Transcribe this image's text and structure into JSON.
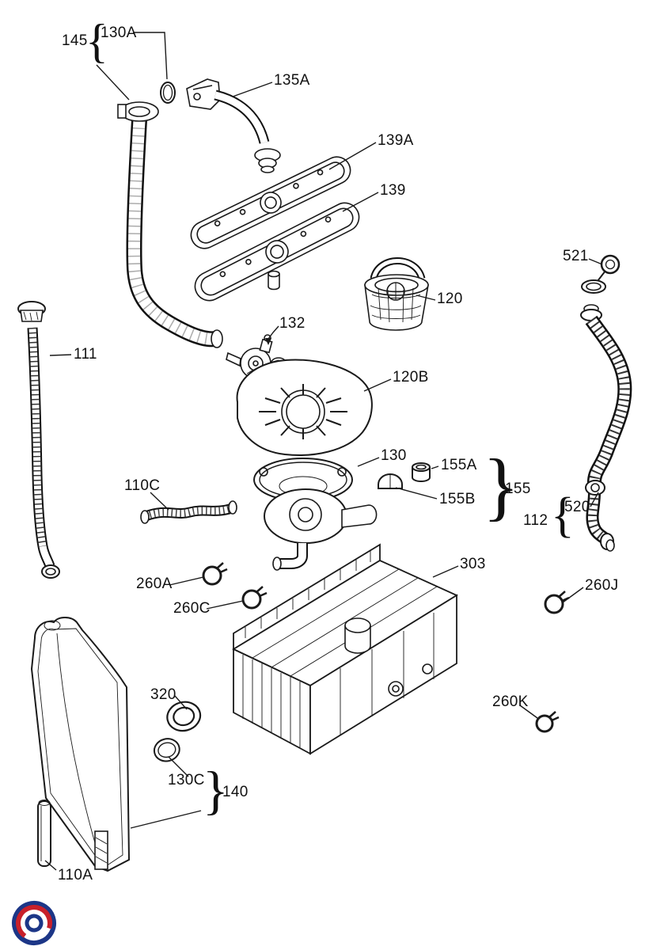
{
  "page": {
    "background": "#ffffff",
    "line_color": "#1a1a1a"
  },
  "logo": {
    "name": "brand-swirl-logo",
    "blue": "#1c3687",
    "red": "#c8202a"
  },
  "braces": {
    "open": "{",
    "close": "}"
  },
  "labels": {
    "l145": "145",
    "l130A": "130A",
    "l135A": "135A",
    "l139A": "139A",
    "l139": "139",
    "l521": "521",
    "l120": "120",
    "l111": "111",
    "l132": "132",
    "l120B": "120B",
    "l130": "130",
    "l155A": "155A",
    "l155B": "155B",
    "l155": "155",
    "l110C": "110C",
    "l112": "112",
    "l520": "520",
    "l260A": "260A",
    "l260C": "260C",
    "l303": "303",
    "l260J": "260J",
    "l320": "320",
    "l260K": "260K",
    "l130C": "130C",
    "l140": "140",
    "l110A": "110A"
  }
}
